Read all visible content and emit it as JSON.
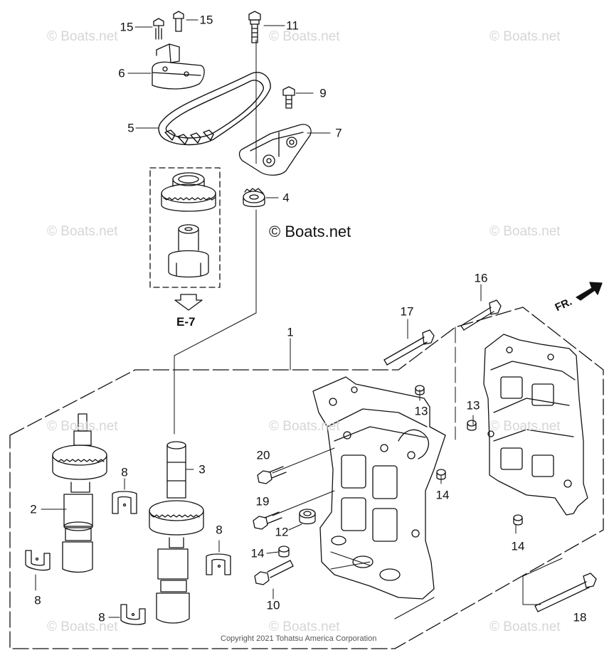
{
  "watermark": {
    "main": "© Boats.net",
    "repeated": "© Boats.net"
  },
  "copyright": "Copyright 2021 Tohatsu America Corporation",
  "reference": "E-7",
  "direction_label": "FR.",
  "callouts": {
    "c15a": "15",
    "c15b": "15",
    "c11": "11",
    "c6": "6",
    "c9": "9",
    "c5": "5",
    "c7": "7",
    "c4": "4",
    "c16": "16",
    "c17": "17",
    "c1": "1",
    "c13a": "13",
    "c13b": "13",
    "c3": "3",
    "c8a": "8",
    "c2": "2",
    "c20": "20",
    "c14a": "14",
    "c19": "19",
    "c12": "12",
    "c8b": "8",
    "c14b": "14",
    "c14c": "14",
    "c8c": "8",
    "c10": "10",
    "c8d": "8",
    "c18": "18"
  }
}
